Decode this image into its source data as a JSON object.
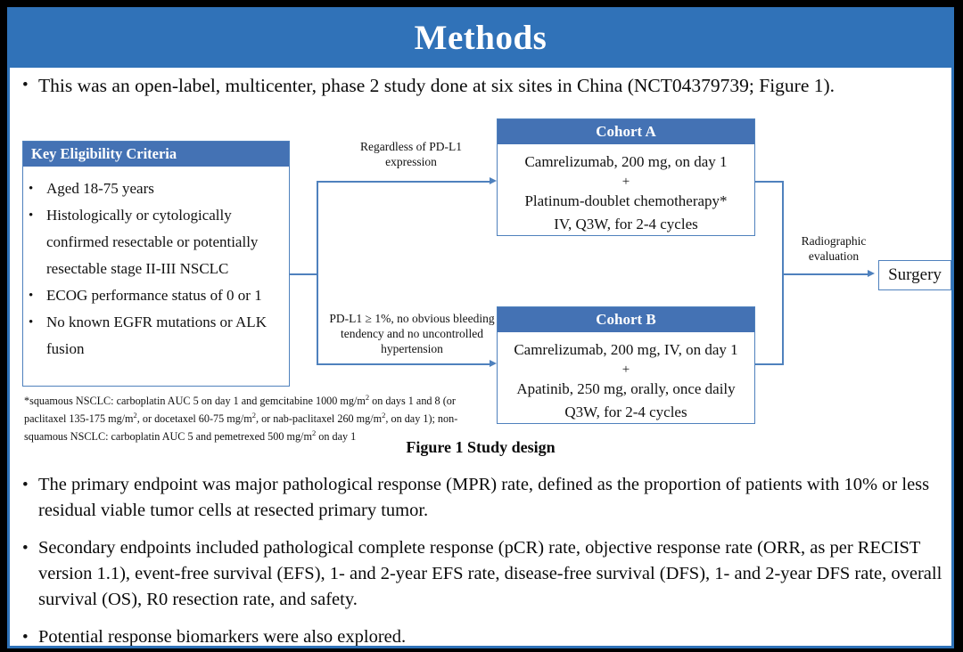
{
  "slide": {
    "title": "Methods",
    "accent_color": "#3072b8",
    "box_header_color": "#4472b4",
    "line_color": "#4f81bd"
  },
  "intro": {
    "bullet_marker": "•",
    "text": "This was an open-label, multicenter, phase 2 study done at six sites in China (NCT04379739; Figure 1)."
  },
  "figure": {
    "caption": "Figure 1 Study design",
    "eligibility": {
      "header": "Key  Eligibility Criteria",
      "bullet_marker": "•",
      "items": [
        "Aged 18-75 years",
        "Histologically or cytologically confirmed resectable or potentially resectable stage II-III  NSCLC",
        "ECOG performance status of 0 or 1",
        "No known EGFR mutations or ALK fusion"
      ]
    },
    "cohort_a": {
      "header": "Cohort A",
      "line1": "Camrelizumab, 200 mg, on day 1",
      "plus": "+",
      "line2": "Platinum-doublet chemotherapy*",
      "line3": "IV, Q3W, for 2-4 cycles"
    },
    "cohort_b": {
      "header": "Cohort B",
      "line1": "Camrelizumab, 200 mg, IV, on day 1",
      "plus": "+",
      "line2": "Apatinib, 250 mg, orally, once daily",
      "line3": "Q3W, for 2-4 cycles"
    },
    "connector_labels": {
      "regardless": "Regardless  of PD-L1 expression",
      "pdl1": "PD-L1 ≥ 1%, no obvious bleeding tendency  and no uncontrolled  hypertension",
      "radiographic": "Radiographic evaluation"
    },
    "surgery": {
      "label": "Surgery"
    },
    "footnote": {
      "line1_a": "*squamous NSCLC: carboplatin AUC 5 on day 1 and gemcitabine 1000 mg/m",
      "line1_sup": "2",
      "line1_b": " on days 1 and 8 (or",
      "line2_a": "paclitaxel  135-175  mg/m",
      "line2_sup1": "2",
      "line2_b": ", or docetaxel 60-75 mg/m",
      "line2_sup2": "2",
      "line2_c": ", or nab-paclitaxel 260 mg/m",
      "line2_sup3": "2",
      "line2_d": ", on day 1); non-",
      "line3_a": "squamous NSCLC: carboplatin AUC 5 and pemetrexed 500 mg/m",
      "line3_sup": "2",
      "line3_b": " on day 1"
    }
  },
  "bottom_bullets": {
    "bullet_marker": "•",
    "items": [
      "The primary endpoint was major pathological response (MPR) rate, defined as the proportion of patients with 10% or less residual viable tumor cells at resected primary tumor.",
      "Secondary endpoints included pathological complete response (pCR) rate, objective response rate (ORR, as per RECIST version 1.1), event-free survival (EFS), 1- and 2-year EFS rate, disease-free survival (DFS), 1- and 2-year DFS rate, overall survival (OS), R0 resection rate, and safety.",
      "Potential response biomarkers were also explored."
    ]
  }
}
